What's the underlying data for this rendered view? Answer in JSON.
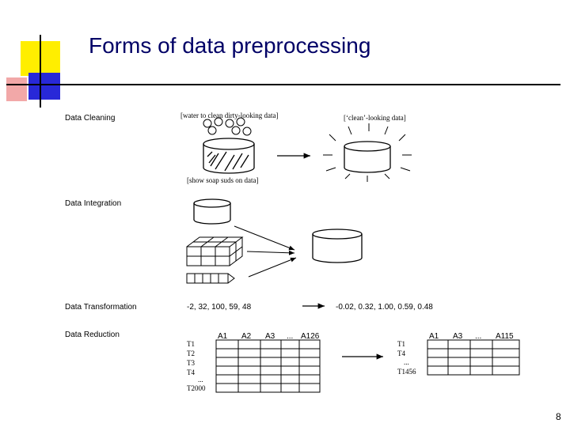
{
  "slide": {
    "title": "Forms of data preprocessing",
    "page_number": "8"
  },
  "cleaning": {
    "label": "Data Cleaning",
    "note_water": "[water to clean dirty-looking data]",
    "note_clean": "[‘clean’-looking data]",
    "note_suds": "[show soap suds on data]"
  },
  "integration": {
    "label": "Data Integration"
  },
  "transformation": {
    "label": "Data Transformation",
    "before": "-2, 32, 100, 59, 48",
    "after": "-0.02, 0.32, 1.00, 0.59, 0.48"
  },
  "reduction": {
    "label": "Data Reduction",
    "left_cols": [
      "A1",
      "A2",
      "A3",
      "...",
      "A126"
    ],
    "left_rows": [
      "T1",
      "T2",
      "T3",
      "T4",
      "...",
      "T2000"
    ],
    "right_cols": [
      "A1",
      "A3",
      "...",
      "A115"
    ],
    "right_rows": [
      "T1",
      "T4",
      "...",
      "T1456"
    ]
  }
}
